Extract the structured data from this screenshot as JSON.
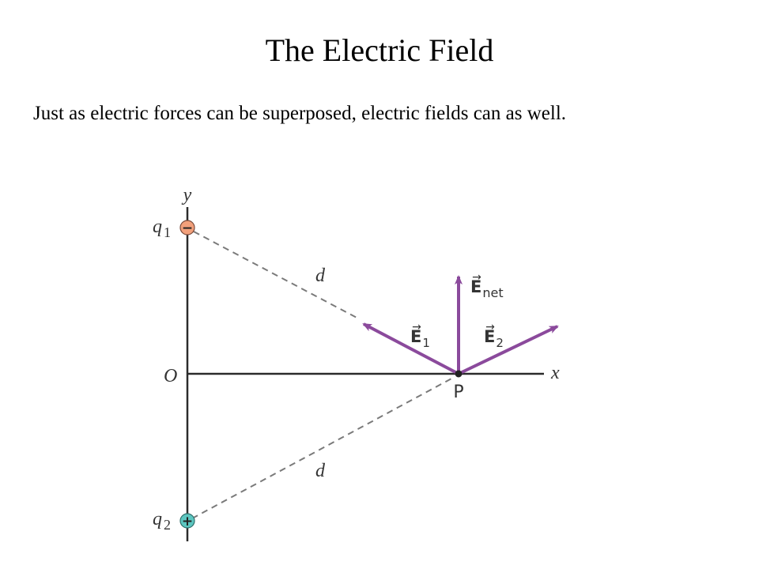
{
  "slide": {
    "title": "The Electric Field",
    "text": "Just as electric forces can be superposed, electric fields can as well."
  },
  "diagram": {
    "labels": {
      "y_axis": "y",
      "x_axis": "x",
      "origin": "O",
      "point": "P",
      "charge1_symbol": "q",
      "charge1_sub": "1",
      "charge2_symbol": "q",
      "charge2_sub": "2",
      "charge1_sign": "−",
      "charge2_sign": "+",
      "distance_top": "d",
      "distance_bottom": "d",
      "field1_symbol": "E",
      "field1_sub": "1",
      "field2_symbol": "E",
      "field2_sub": "2",
      "fieldnet_symbol": "E",
      "fieldnet_sub": "net",
      "vector_arrow": "→"
    },
    "colors": {
      "vector": "#8B4A9C",
      "negative_charge": "#F2A07B",
      "positive_charge": "#5CC6C0",
      "axis": "#2b2b2b",
      "dashed": "#7a7a7a"
    }
  }
}
